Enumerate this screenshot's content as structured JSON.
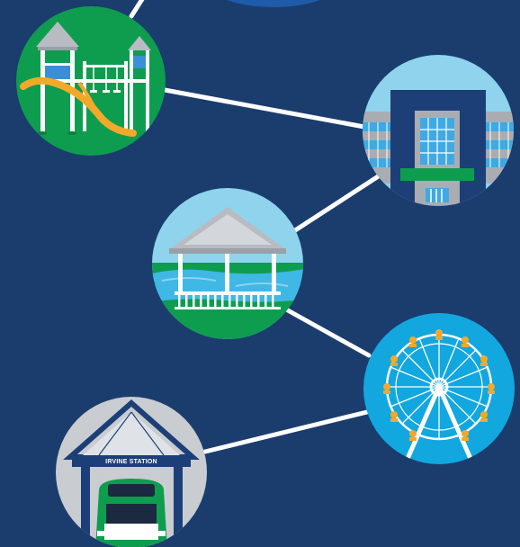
{
  "illustration": {
    "background_color": "#1b3d6e",
    "connector_color": "#ffffff",
    "nodes": [
      {
        "id": "playground",
        "icon": "playground-icon",
        "circle_color": "#0e9d4f"
      },
      {
        "id": "office",
        "icon": "office-building-icon",
        "circle_color": "#8fd3ec"
      },
      {
        "id": "gazebo",
        "icon": "gazebo-lake-icon",
        "circle_color": "#8fd3ec"
      },
      {
        "id": "ferris-wheel",
        "icon": "ferris-wheel-icon",
        "circle_color": "#12a7df"
      },
      {
        "id": "station",
        "icon": "train-station-icon",
        "circle_color": "#c9ccd1",
        "sign_label": "IRVINE STATION"
      }
    ]
  }
}
